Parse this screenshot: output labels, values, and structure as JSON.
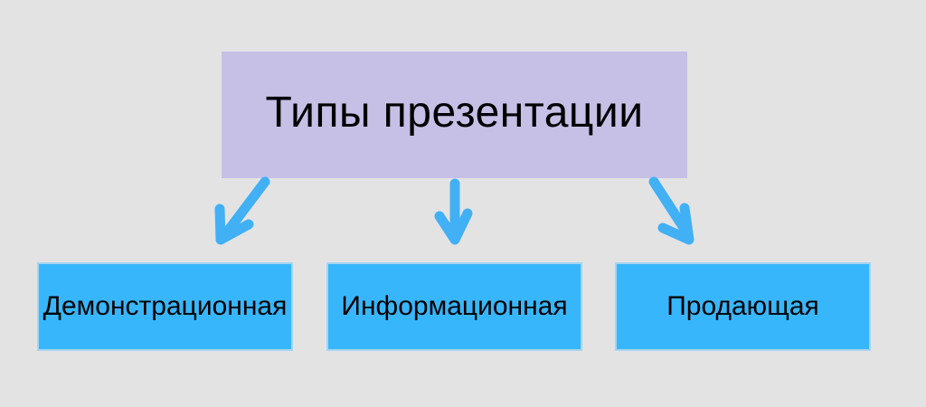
{
  "diagram": {
    "title": "Типы презентации",
    "nodes": [
      {
        "label": "Демонстрационная"
      },
      {
        "label": "Информационная"
      },
      {
        "label": "Продающая"
      }
    ]
  },
  "colors": {
    "background": "#e3e3e4",
    "title_box": "#c6c0e7",
    "node_box": "#38b6fc",
    "node_border": "#a6d4f1",
    "arrow": "#41b0f5",
    "text": "#000000"
  }
}
